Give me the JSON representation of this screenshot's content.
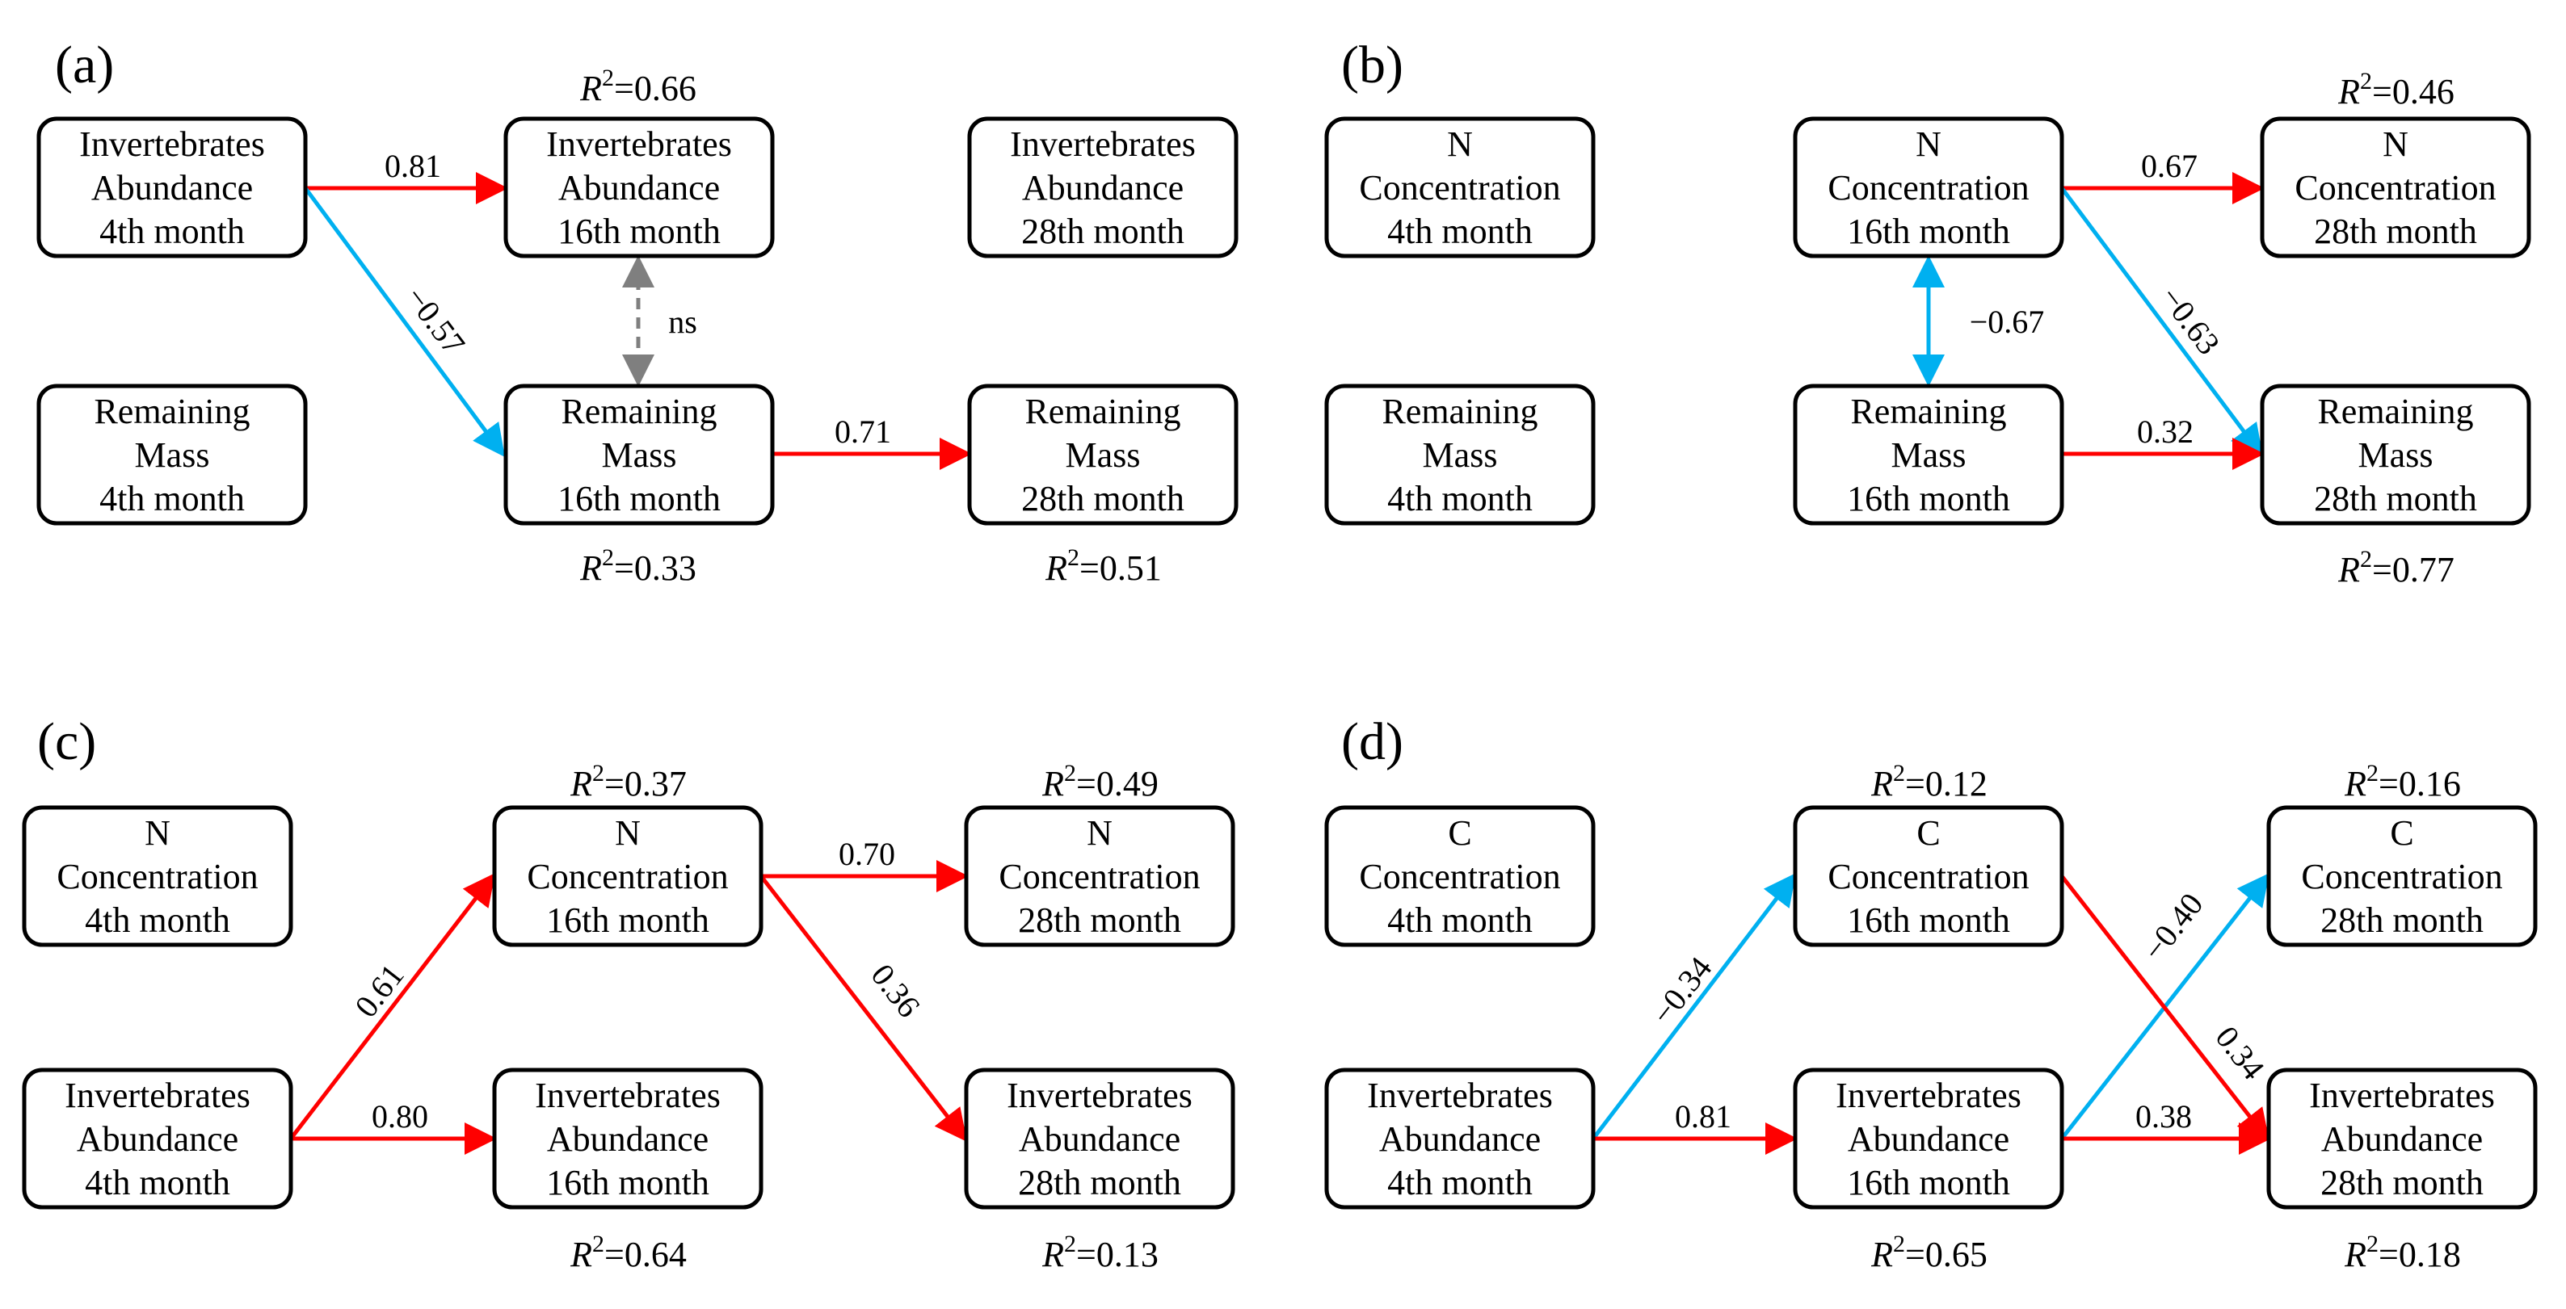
{
  "panels": {
    "a": {
      "tag": "(a)",
      "boxes": {
        "inv4": [
          "Invertebrates",
          "Abundance",
          "4th month"
        ],
        "inv16": [
          "Invertebrates",
          "Abundance",
          "16th month"
        ],
        "inv28": [
          "Invertebrates",
          "Abundance",
          "28th month"
        ],
        "mass4": [
          "Remaining",
          "Mass",
          "4th month"
        ],
        "mass16": [
          "Remaining",
          "Mass",
          "16th month"
        ],
        "mass28": [
          "Remaining",
          "Mass",
          "28th month"
        ]
      },
      "r2": {
        "inv16": "0.66",
        "mass16": "0.33",
        "mass28": "0.51"
      },
      "paths": {
        "inv4_inv16": "0.81",
        "inv4_mass16": "−0.57",
        "inv16_mass16": "ns",
        "mass16_mass28": "0.71"
      }
    },
    "b": {
      "tag": "(b)",
      "boxes": {
        "n4": [
          "N",
          "Concentration",
          "4th month"
        ],
        "n16": [
          "N",
          "Concentration",
          "16th month"
        ],
        "n28": [
          "N",
          "Concentration",
          "28th month"
        ],
        "mass4": [
          "Remaining",
          "Mass",
          "4th month"
        ],
        "mass16": [
          "Remaining",
          "Mass",
          "16th month"
        ],
        "mass28": [
          "Remaining",
          "Mass",
          "28th month"
        ]
      },
      "r2": {
        "n28": "0.46",
        "mass28": "0.77"
      },
      "paths": {
        "n16_n28": "0.67",
        "n16_mass28": "−0.63",
        "n16_mass16": "−0.67",
        "mass16_mass28": "0.32"
      }
    },
    "c": {
      "tag": "(c)",
      "boxes": {
        "n4": [
          "N",
          "Concentration",
          "4th month"
        ],
        "n16": [
          "N",
          "Concentration",
          "16th month"
        ],
        "n28": [
          "N",
          "Concentration",
          "28th month"
        ],
        "inv4": [
          "Invertebrates",
          "Abundance",
          "4th month"
        ],
        "inv16": [
          "Invertebrates",
          "Abundance",
          "16th month"
        ],
        "inv28": [
          "Invertebrates",
          "Abundance",
          "28th month"
        ]
      },
      "r2": {
        "n16": "0.37",
        "n28": "0.49",
        "inv16": "0.64",
        "inv28": "0.13"
      },
      "paths": {
        "inv4_n16": "0.61",
        "inv4_inv16": "0.80",
        "n16_n28": "0.70",
        "n16_inv28": "0.36"
      }
    },
    "d": {
      "tag": "(d)",
      "boxes": {
        "c4": [
          "C",
          "Concentration",
          "4th month"
        ],
        "c16": [
          "C",
          "Concentration",
          "16th month"
        ],
        "c28": [
          "C",
          "Concentration",
          "28th month"
        ],
        "inv4": [
          "Invertebrates",
          "Abundance",
          "4th month"
        ],
        "inv16": [
          "Invertebrates",
          "Abundance",
          "16th month"
        ],
        "inv28": [
          "Invertebrates",
          "Abundance",
          "28th month"
        ]
      },
      "r2": {
        "c16": "0.12",
        "c28": "0.16",
        "inv16": "0.65",
        "inv28": "0.18"
      },
      "paths": {
        "inv4_c16": "−0.34",
        "inv4_inv16": "0.81",
        "inv16_c28": "−0.40",
        "c16_inv28": "0.34",
        "inv16_inv28": "0.38"
      }
    }
  },
  "r2_prefix": "R",
  "r2_sup": "2",
  "colors": {
    "positive": "#ff0000",
    "negative": "#00b0f0",
    "ns": "#7f7f7f",
    "box_border": "#000000"
  }
}
